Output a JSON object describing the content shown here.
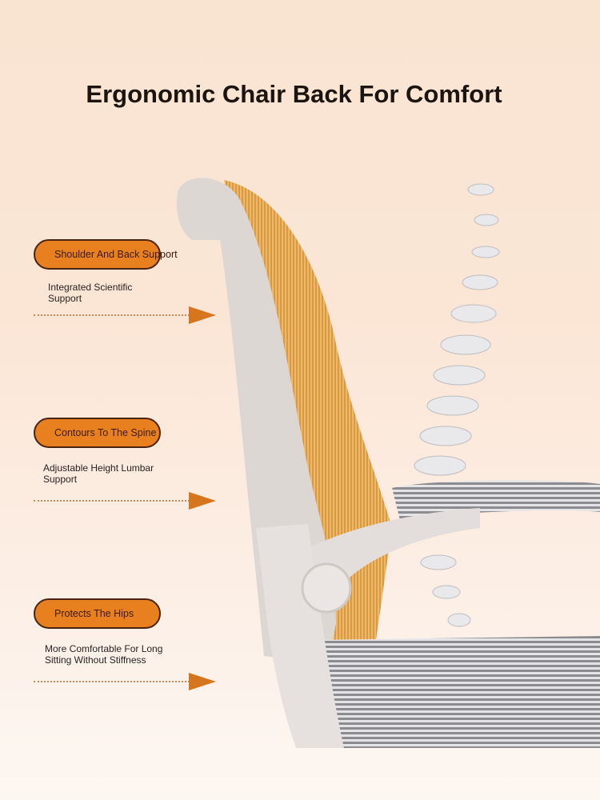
{
  "title": "Ergonomic Chair Back For Comfort",
  "features": [
    {
      "label": "Shoulder And Back Support",
      "description": "Integrated Scientific Support"
    },
    {
      "label": "Contours To The Spine",
      "description": "Adjustable Height Lumbar Support"
    },
    {
      "label": "Protects The Hips",
      "description": "More Comfortable For Long Sitting Without Stiffness"
    }
  ],
  "colors": {
    "accent": "#e9801f",
    "mesh": "#e8a040",
    "frame": "#dcd6d2"
  }
}
